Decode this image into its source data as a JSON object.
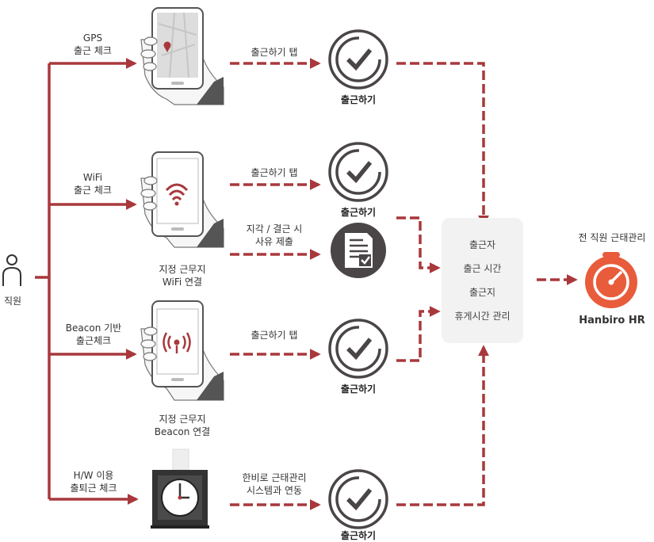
{
  "employee": {
    "label": "직원"
  },
  "methods": {
    "gps": {
      "line1": "GPS",
      "line2": "출근 체크"
    },
    "wifi": {
      "line1": "WiFi",
      "line2": "출근 체크",
      "caption1": "지정 근무지",
      "caption2": "WiFi 연결"
    },
    "beacon": {
      "line1": "Beacon 기반",
      "line2": "출근체크",
      "caption1": "지정 근무지",
      "caption2": "Beacon 연결"
    },
    "hw": {
      "line1": "H/W 이용",
      "line2": "출퇴근 체크"
    }
  },
  "actions": {
    "tap_label": "출근하기 탭",
    "checkin_label": "출근하기",
    "reason_line1": "지각 / 결근 시",
    "reason_line2": "사유 제출",
    "link_line1": "한비로 근태관리",
    "link_line2": "시스템과 연동"
  },
  "summary": {
    "items": [
      "출근자",
      "출근 시간",
      "출근지",
      "휴게시간 관리"
    ]
  },
  "result": {
    "title": "전 직원 근태관리",
    "name": "Hanbiro HR"
  },
  "colors": {
    "arrow": "#a8383c",
    "icon_dark": "#4a4546",
    "hr_orange": "#e85c3c"
  }
}
